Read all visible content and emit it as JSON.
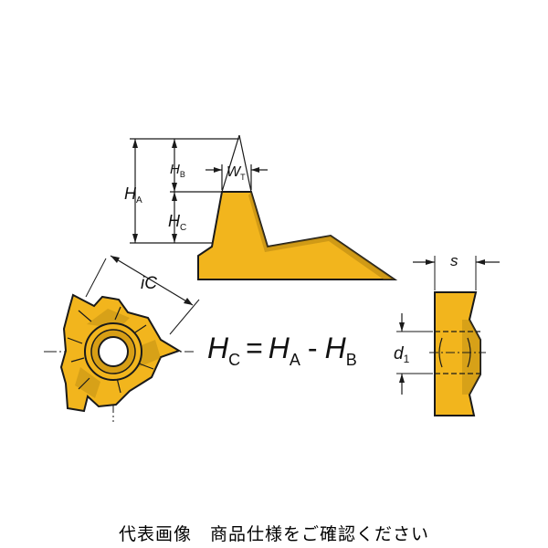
{
  "colors": {
    "insert_fill": "#f2b51d",
    "outline": "#1a1a1a",
    "shadow": "#a77a10"
  },
  "profile_labels": {
    "h": "H",
    "a": "A",
    "b": "B",
    "c": "C",
    "w": "W",
    "t": "T"
  },
  "insert_labels": {
    "ic": "iC",
    "s": "s",
    "d": "d",
    "one": "1"
  },
  "formula": {
    "h": "H",
    "c": "C",
    "a": "A",
    "b": "B",
    "equals": "=",
    "minus": "-"
  },
  "caption": "代表画像　商品仕様をご確認ください"
}
